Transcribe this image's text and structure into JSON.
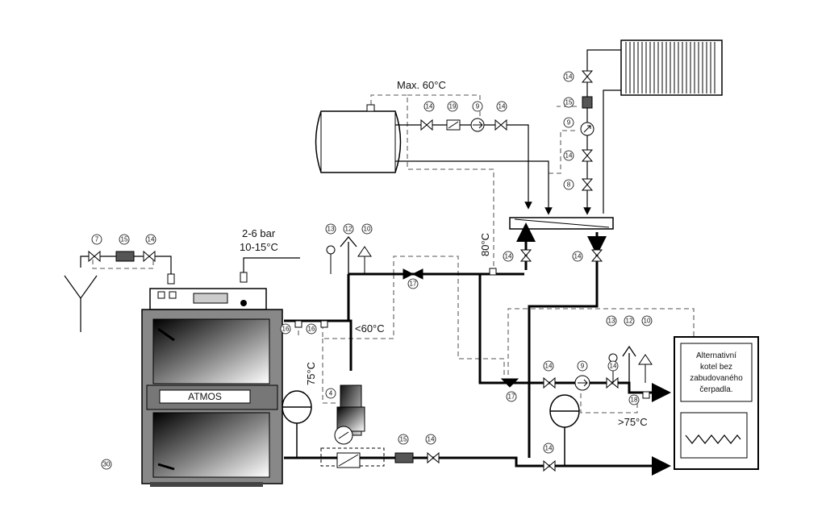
{
  "labels": {
    "max_temp": "Max. 60°C",
    "pressure": "2-6 bar",
    "inlet_temp": "10-15°C",
    "temp_80": "80°C",
    "temp_60": "<60°C",
    "temp_75": "75°C",
    "temp_gt75": ">75°C",
    "boiler_brand": "ATMOS",
    "alt_boiler_line1": "Alternativní",
    "alt_boiler_line2": "kotel bez",
    "alt_boiler_line3": "zabudovaného",
    "alt_boiler_line4": "čerpadla."
  },
  "component_numbers": {
    "n7": "7",
    "n15": "15",
    "n14": "14",
    "n13": "13",
    "n12": "12",
    "n10": "10",
    "n9": "9",
    "n8": "8",
    "n4": "4",
    "n16": "16",
    "n17": "17",
    "n18": "18",
    "n19": "19",
    "n30": "30"
  }
}
